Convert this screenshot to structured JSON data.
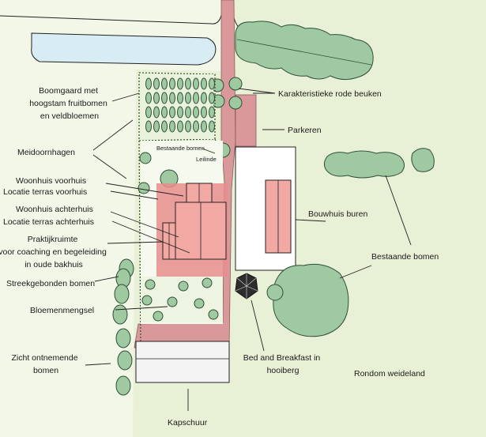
{
  "map": {
    "labels": {
      "boomgaard": [
        "Boomgaard met",
        "hoogstam fruitbomen",
        "en veldbloemen"
      ],
      "karakteristieke": "Karakteristieke rode beuken",
      "parkeren": "Parkeren",
      "meidoornhagen": "Meidoornhagen",
      "bestaande_bomen_small": "Bestaande bomen",
      "leilinde": "Leilinde",
      "woonhuis_voorhuis": [
        "Woonhuis voorhuis",
        "Locatie terras voorhuis"
      ],
      "woonhuis_achterhuis": [
        "Woonhuis achterhuis",
        "Locatie terras achterhuis"
      ],
      "praktijkruimte": [
        "Praktijkruimte",
        "voor coaching en begeleiding",
        "in oude bakhuis"
      ],
      "bouwhuis": "Bouwhuis buren",
      "bestaande_bomen": "Bestaande bomen",
      "streekgebonden": "Streekgebonden bomen",
      "bloemenmengsel": "Bloemenmengsel",
      "zicht": [
        "Zicht ontnemende",
        "bomen"
      ],
      "bed_breakfast": [
        "Bed and Breakfast in",
        "hooiberg"
      ],
      "rondom": "Rondom weideland",
      "kapschuur": "Kapschuur"
    },
    "colors": {
      "meadow": "#e8f1d6",
      "meadow_light": "#f2f7e8",
      "water": "#d8ecf4",
      "road": "#d9999b",
      "building": "#f2a8a3",
      "terrace": "#e88d8d",
      "tree": "#9fc9a1",
      "orchard": "#e9f2dc",
      "bb_roof": "#2d2d2d",
      "shed": "#f4f4f4"
    }
  }
}
